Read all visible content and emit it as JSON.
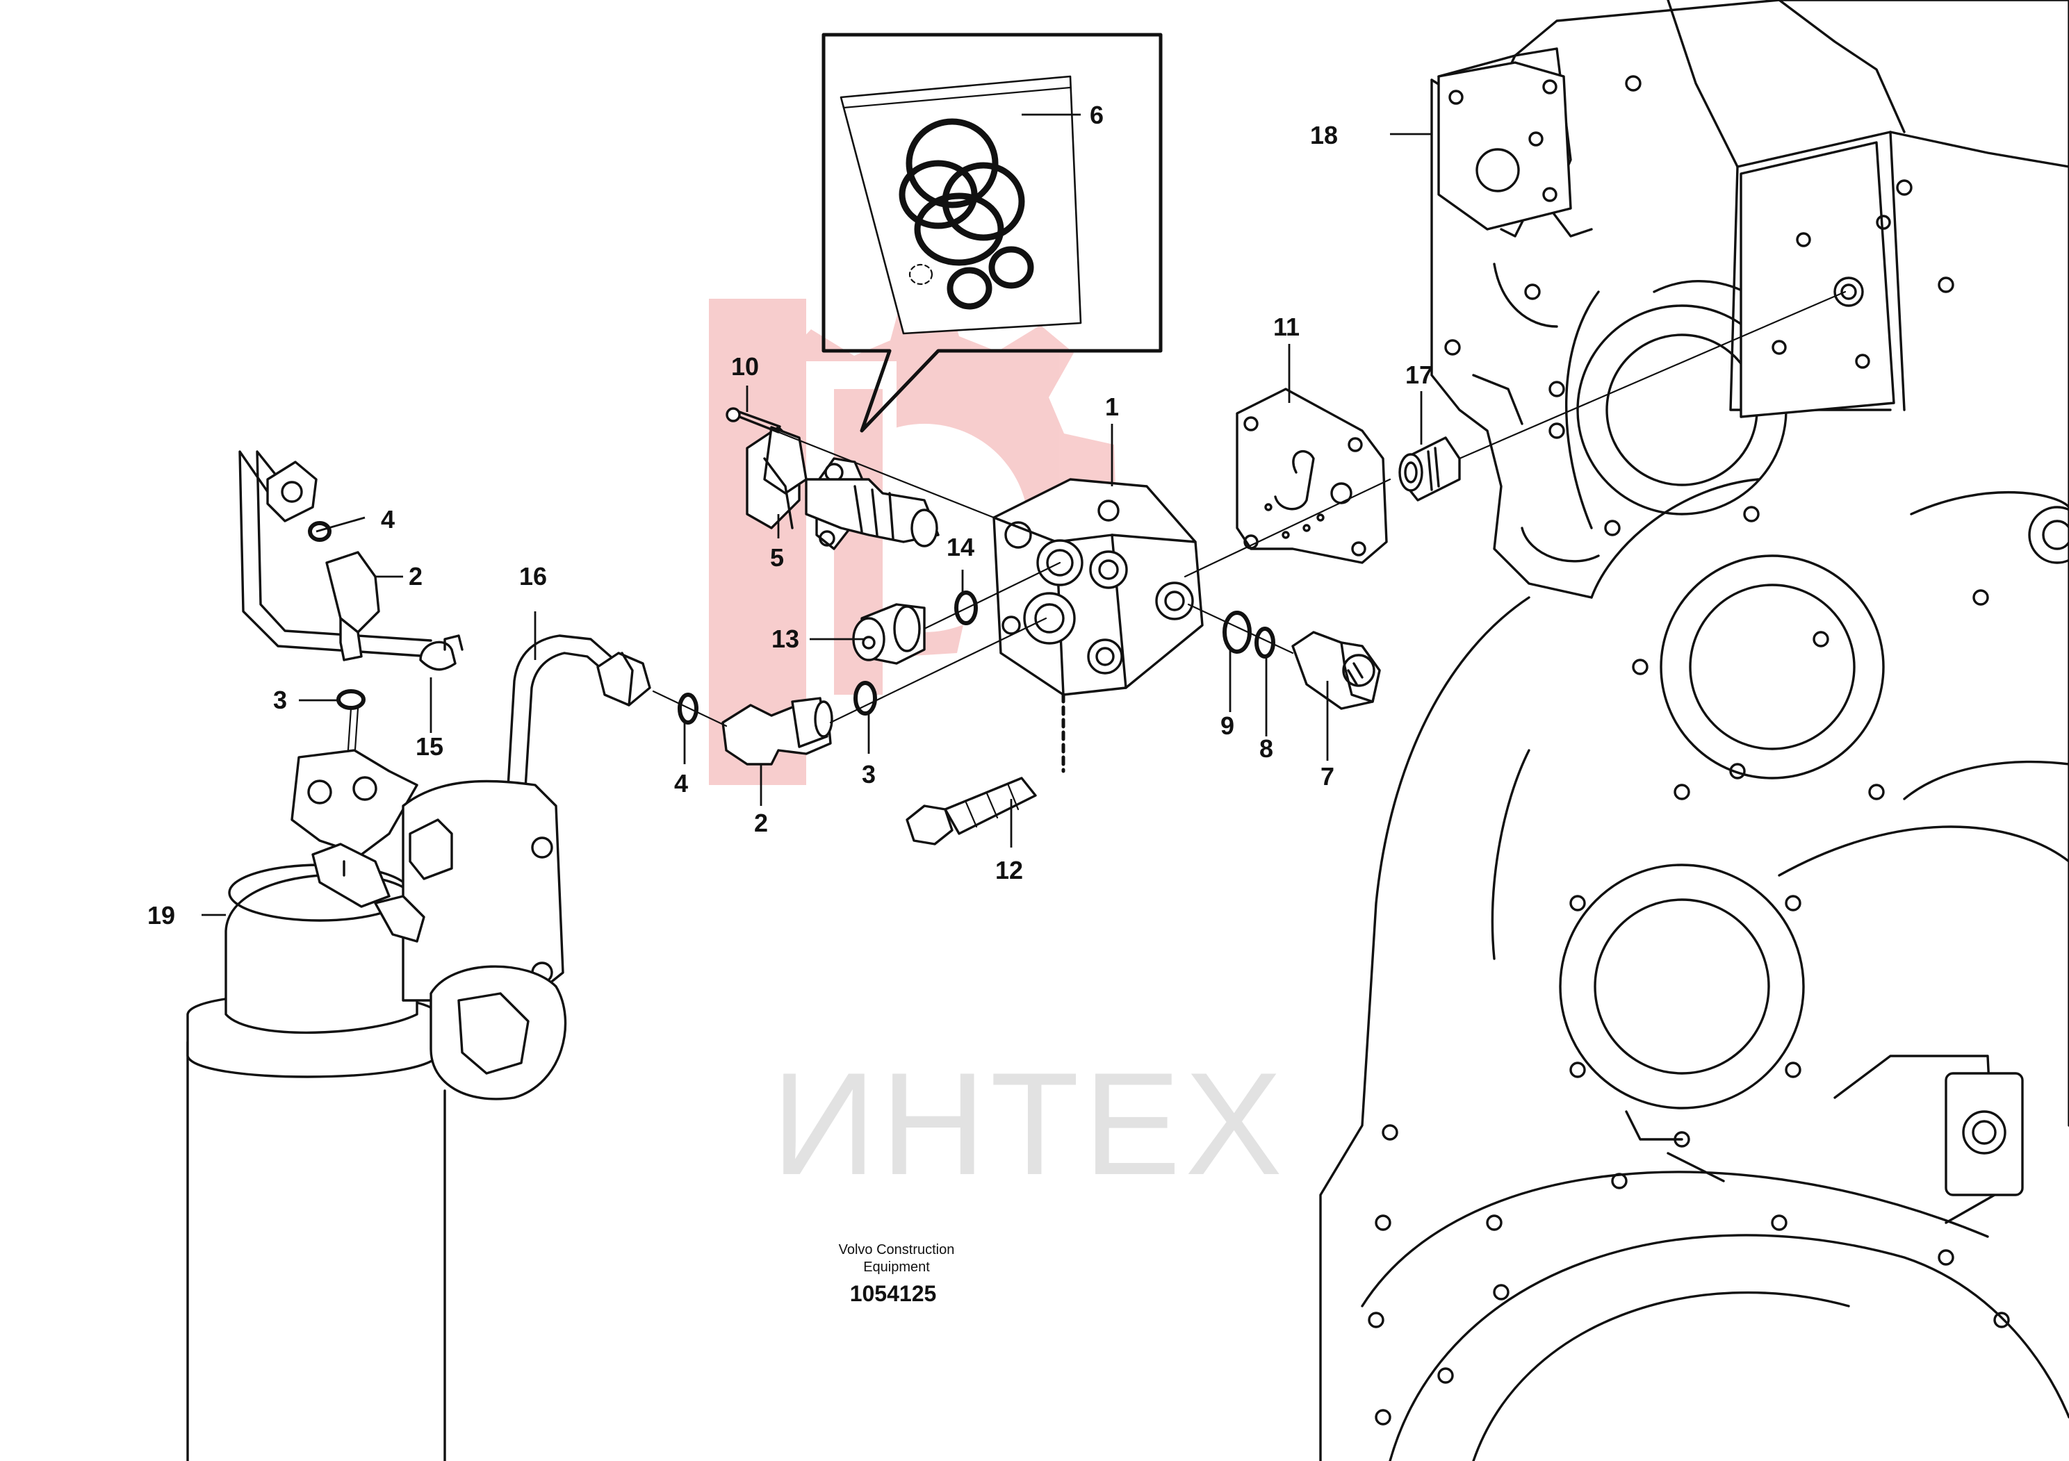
{
  "watermark": {
    "text": "ИНТЕХ",
    "logo_color": "#f2a5a5",
    "text_color": "#e2e2e2"
  },
  "caption": {
    "line1": "Volvo Construction",
    "line2": "Equipment",
    "part_number": "1054125"
  },
  "callouts": {
    "c1": "1",
    "c2a": "2",
    "c2b": "2",
    "c3a": "3",
    "c3b": "3",
    "c4a": "4",
    "c4b": "4",
    "c5": "5",
    "c6": "6",
    "c7": "7",
    "c8": "8",
    "c9": "9",
    "c10": "10",
    "c11": "11",
    "c12": "12",
    "c13": "13",
    "c14": "14",
    "c15": "15",
    "c16": "16",
    "c17": "17",
    "c18": "18",
    "c19": "19"
  }
}
